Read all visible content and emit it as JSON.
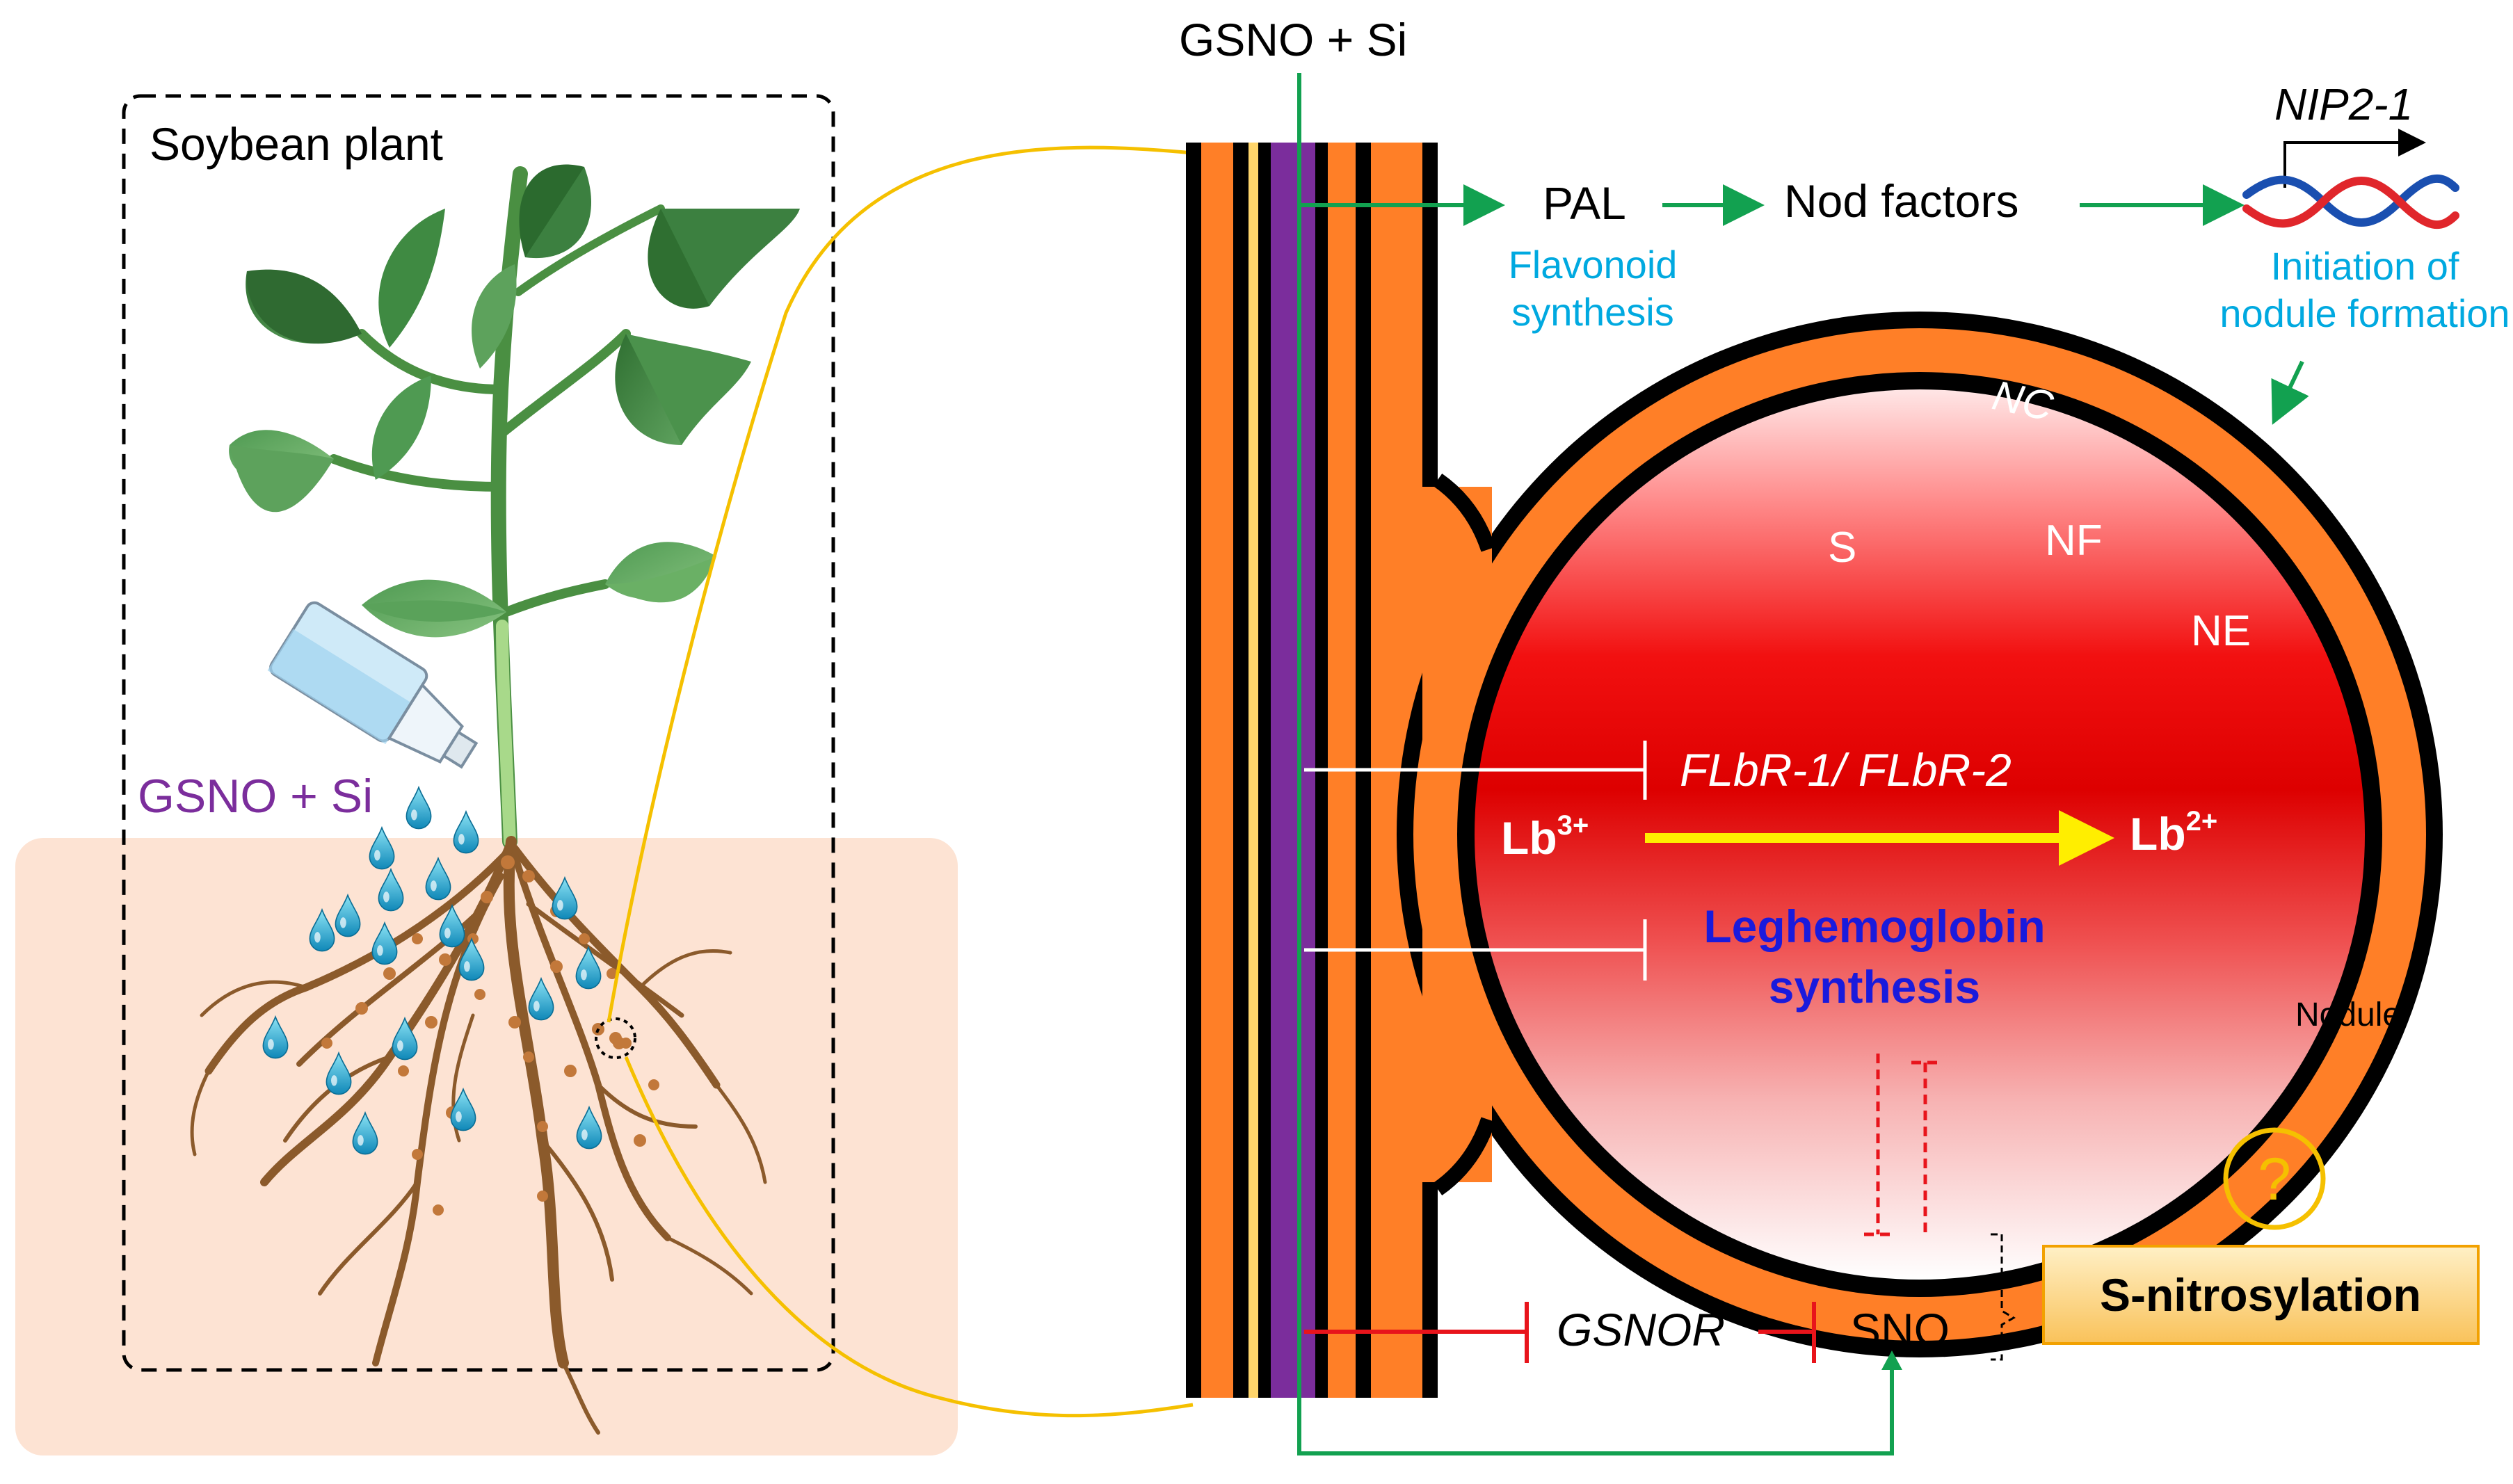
{
  "labels": {
    "top_treatment": "GSNO + Si",
    "plant_box_title": "Soybean plant",
    "plant_treatment": "GSNO + Si",
    "pal": "PAL",
    "nod_factors": "Nod factors",
    "gene": "NIP2-1",
    "flavonoid_line1": "Flavonoid",
    "flavonoid_line2": "synthesis",
    "initiation_line1": "Initiation of",
    "initiation_line2": "nodule formation",
    "nc": "NC",
    "nf": "NF",
    "s": "S",
    "ne": "NE",
    "flbr": "FLbR-1/ FLbR-2",
    "lb3_base": "Lb",
    "lb3_sup": "3+",
    "lb2_base": "Lb",
    "lb2_sup": "2+",
    "leghemoglobin_line1": "Leghemoglobin",
    "leghemoglobin_line2": "synthesis",
    "nodule": "Nodule",
    "gsnor": "GSNOR",
    "sno": "SNO",
    "question": "?",
    "s_nitrosylation": "S-nitrosylation"
  },
  "colors": {
    "activation_arrow": "#12a150",
    "inhibition_red": "#e8141b",
    "connector_yellow": "#f5c000",
    "membrane_orange": "#ff7f27",
    "membrane_purple": "#7b2d9c",
    "cyan_text": "#00a9e0",
    "blue_text": "#1a1adc",
    "purple_text": "#7b2d9c",
    "lb_arrow": "#ffee00",
    "soil": "#fde3d3",
    "leaf_green": "#3f8a42",
    "root_brown": "#8b5a2b",
    "callout_fill": "#fcd27a",
    "callout_border": "#f2a100"
  },
  "icons": [
    "water-droplet-icon",
    "spray-bottle-icon",
    "dna-helix-icon",
    "question-mark-icon"
  ]
}
